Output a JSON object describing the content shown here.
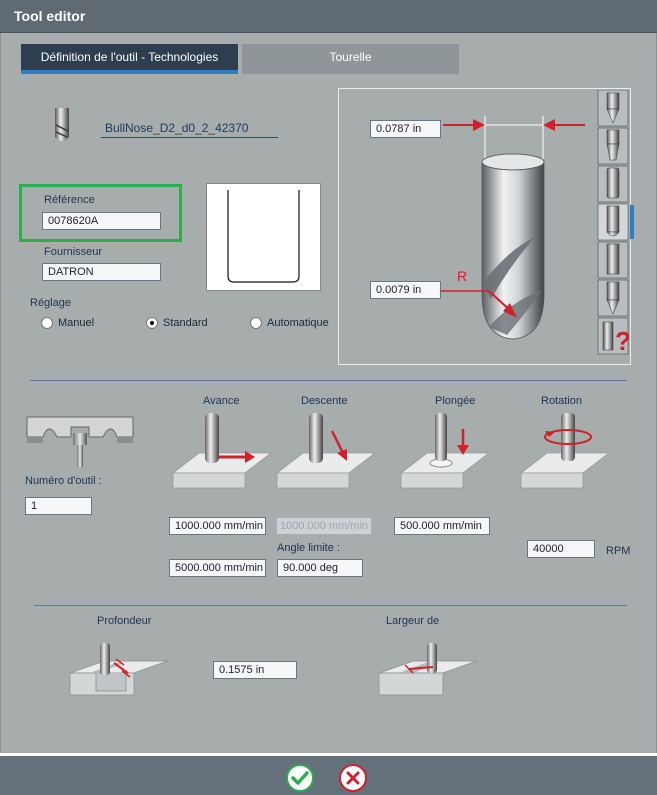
{
  "window": {
    "title": "Tool editor"
  },
  "tabs": [
    {
      "label": "Définition de l'outil - Technologies"
    },
    {
      "label": "Tourelle"
    }
  ],
  "tool": {
    "name": "BullNose_D2_d0_2_42370"
  },
  "reference": {
    "label": "Référence",
    "value": "0078620A"
  },
  "supplier": {
    "label": "Fournisseur",
    "value": "DATRON"
  },
  "setting": {
    "label": "Réglage",
    "options": [
      "Manuel",
      "Standard",
      "Automatique"
    ],
    "selected": "Standard"
  },
  "dimensions": {
    "diameter": "0.0787 in",
    "radius": "0.0079 in",
    "radius_marker": "R"
  },
  "tool_number": {
    "label": "Numéro d'outil :",
    "value": "1"
  },
  "feeds": {
    "avance": {
      "label": "Avance",
      "value": "1000.000 mm/min"
    },
    "descente": {
      "label": "Descente",
      "value": "1000.000 mm/min"
    },
    "plongee": {
      "label": "Plongée",
      "value": "500.000 mm/min"
    },
    "rotation": {
      "label": "Rotation",
      "value": "40000",
      "unit": "RPM"
    },
    "avance2": {
      "value": "5000.000 mm/min"
    },
    "angle": {
      "label": "Angle limite :",
      "value": "90.000 deg"
    }
  },
  "depth": {
    "label": "Profondeur",
    "value": "0.1575 in"
  },
  "width": {
    "label": "Largeur de"
  },
  "colors": {
    "accent": "#2a7fc8",
    "highlight": "#2cae4a",
    "arrow": "#d0202a"
  },
  "icons": [
    "end-mill-icon",
    "ok-icon",
    "cancel-icon",
    "help-icon"
  ]
}
